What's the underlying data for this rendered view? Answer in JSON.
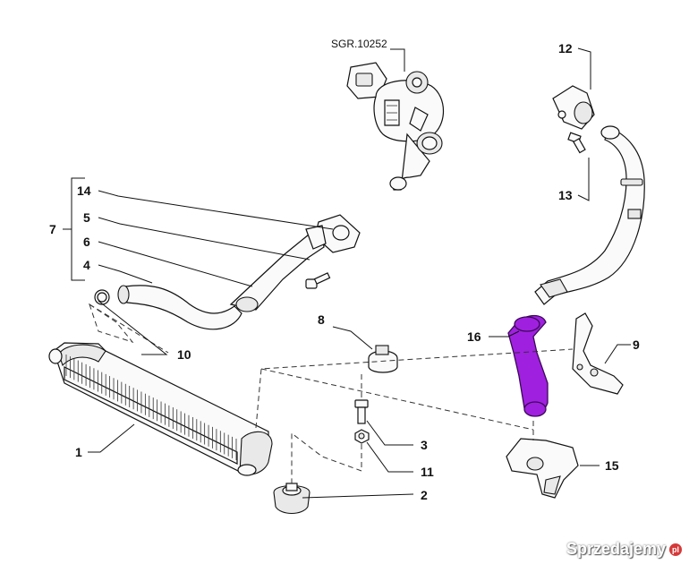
{
  "diagram": {
    "ref_code": "SGR.10252",
    "labels": {
      "l1": "1",
      "l2": "2",
      "l3": "3",
      "l4": "4",
      "l5": "5",
      "l6": "6",
      "l7": "7",
      "l8": "8",
      "l9": "9",
      "l10": "10",
      "l11": "11",
      "l12": "12",
      "l13": "13",
      "l14": "14",
      "l15": "15",
      "l16": "16"
    },
    "highlight_color": "#a020e0"
  },
  "watermark": {
    "text": "Sprzedajemy",
    "badge": "pl"
  }
}
